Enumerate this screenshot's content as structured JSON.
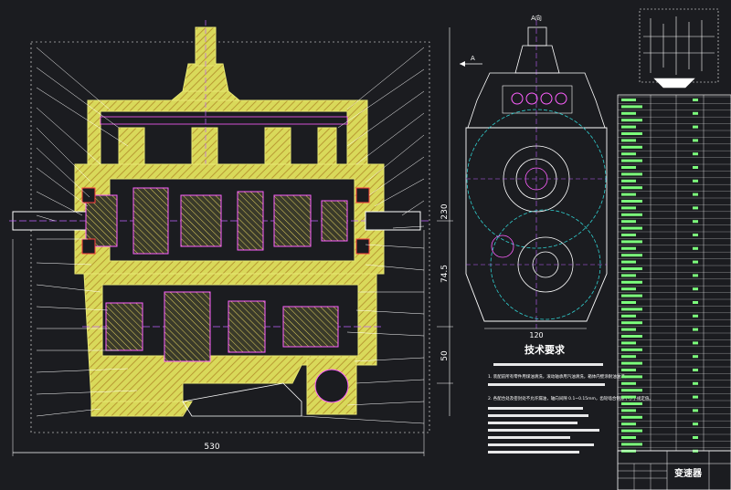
{
  "drawing": {
    "title_block_name": "变速器",
    "section_label": "A向",
    "view_arrow_label": "A",
    "tech_requirements": {
      "heading": "技术要求",
      "items": [
        "1. 装配前所有零件用煤油清洗，滚动轴承用汽油清洗，箱体内壁涂耐油油漆。",
        "2. 各配合处及密封处不允许漏油，轴向间隙 0.1~0.15mm，齿轮啮合侧隙不小于规定值。"
      ]
    },
    "dimensions": {
      "overall_length": "530",
      "dim_upper_right": "230",
      "dim_mid_right": "74.5",
      "dim_lower_right": "50",
      "side_view_width": "120"
    },
    "colors": {
      "background": "#1b1c20",
      "housing": "#e8e873",
      "section_line": "#ffffff",
      "centerline": "#c060ff",
      "gear_circle": "#30d0d0",
      "table_text": "#7cff7c",
      "leader": "#ffffff"
    }
  }
}
